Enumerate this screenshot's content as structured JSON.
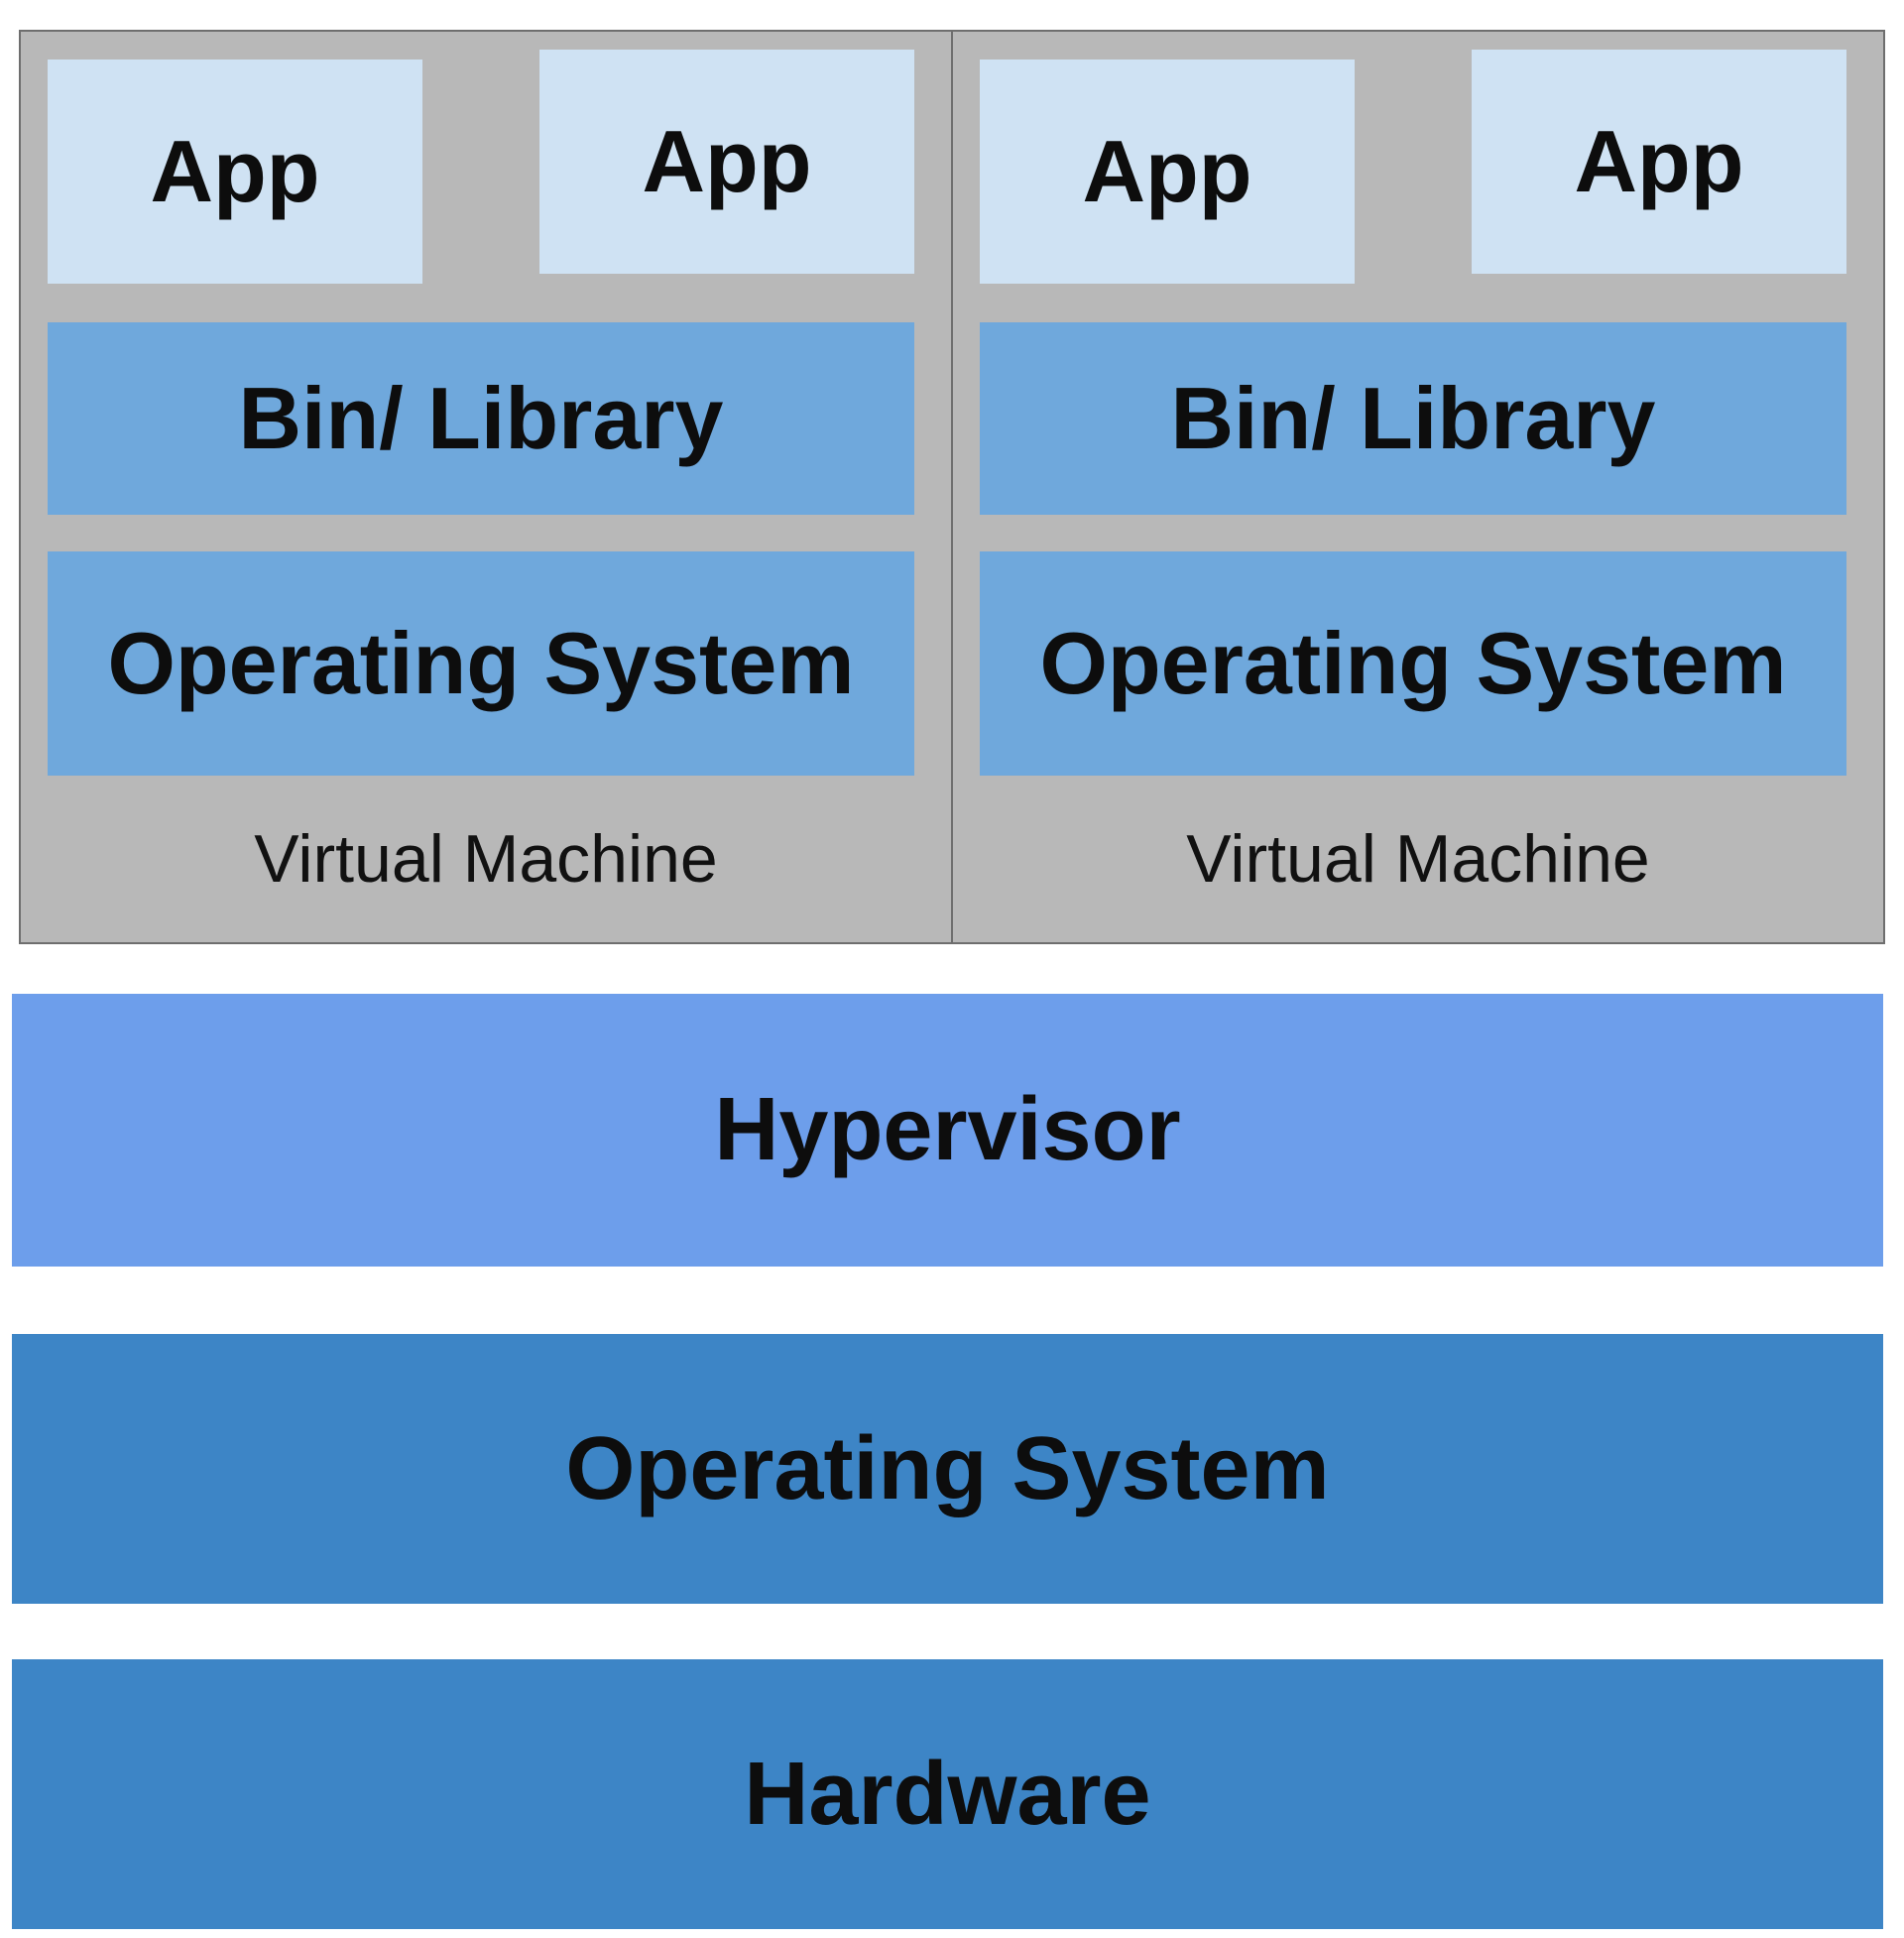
{
  "colors": {
    "app": "#cfe2f3",
    "bin_library": "#6fa8dc",
    "guest_os": "#6fa8dc",
    "vm_background": "#b8b8b8",
    "hypervisor": "#6d9eeb",
    "host_os": "#3d85c6",
    "hardware": "#3d85c6"
  },
  "vms": [
    {
      "apps": [
        "App",
        "App"
      ],
      "bin_library": "Bin/ Library",
      "os": "Operating System",
      "label": "Virtual Machine"
    },
    {
      "apps": [
        "App",
        "App"
      ],
      "bin_library": "Bin/ Library",
      "os": "Operating System",
      "label": "Virtual Machine"
    }
  ],
  "hypervisor": "Hypervisor",
  "host_os": "Operating System",
  "hardware": "Hardware"
}
